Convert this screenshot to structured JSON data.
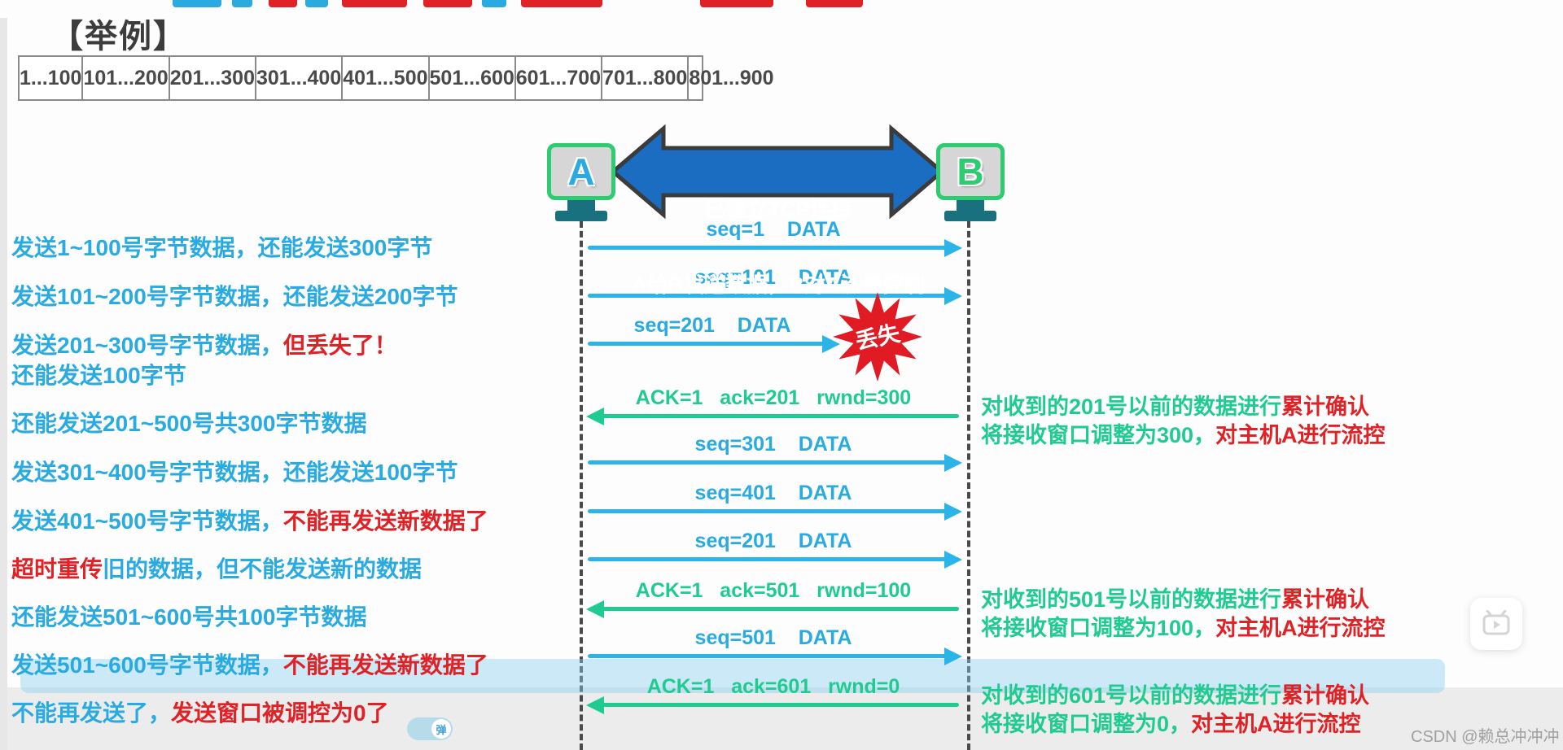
{
  "title": "【举例】",
  "byte_table": {
    "cells": [
      "1...100",
      "101...200",
      "201...300",
      "301...400",
      "401...500",
      "501...600",
      "601...700",
      "701...800",
      "801...900"
    ]
  },
  "hosts": {
    "a_label": "A",
    "b_label": "B"
  },
  "banner": {
    "line1": "已建立TCP连接",
    "line2": "A给B发送数据，B对A流量控制"
  },
  "left_notes": [
    {
      "parts": [
        {
          "text": "发送1~100号字节数据，还能发送300字节",
          "color": "cyan"
        }
      ]
    },
    {
      "parts": [
        {
          "text": "发送101~200号字节数据，还能发送200字节",
          "color": "cyan"
        }
      ]
    },
    {
      "parts": [
        {
          "text": "发送201~300号字节数据，",
          "color": "cyan"
        },
        {
          "text": "但丢失了！",
          "color": "red"
        }
      ]
    },
    {
      "parts": [
        {
          "text": "还能发送100字节",
          "color": "cyan"
        }
      ]
    },
    {
      "parts": [
        {
          "text": "还能发送201~500号共300字节数据",
          "color": "cyan"
        }
      ]
    },
    {
      "parts": [
        {
          "text": "发送301~400号字节数据，还能发送100字节",
          "color": "cyan"
        }
      ]
    },
    {
      "parts": [
        {
          "text": "发送401~500号字节数据，",
          "color": "cyan"
        },
        {
          "text": "不能再发送新数据了",
          "color": "red"
        }
      ]
    },
    {
      "parts": [
        {
          "text": "超时重传",
          "color": "red"
        },
        {
          "text": "旧的数据，但不能发送新的数据",
          "color": "cyan"
        }
      ]
    },
    {
      "parts": [
        {
          "text": "还能发送501~600号共100字节数据",
          "color": "cyan"
        }
      ]
    },
    {
      "parts": [
        {
          "text": "发送501~600号字节数据，",
          "color": "cyan"
        },
        {
          "text": "不能再发送新数据了",
          "color": "red"
        }
      ]
    },
    {
      "parts": [
        {
          "text": "不能再发送了，",
          "color": "cyan"
        },
        {
          "text": "发送窗口被调控为0了",
          "color": "red"
        }
      ]
    }
  ],
  "messages": [
    {
      "label": "seq=1    DATA",
      "kind": "data"
    },
    {
      "label": "seq=101    DATA",
      "kind": "data"
    },
    {
      "label": "seq=201    DATA",
      "kind": "data-lost"
    },
    {
      "label": "ACK=1   ack=201   rwnd=300",
      "kind": "ack"
    },
    {
      "label": "seq=301    DATA",
      "kind": "data"
    },
    {
      "label": "seq=401    DATA",
      "kind": "data"
    },
    {
      "label": "seq=201    DATA",
      "kind": "data"
    },
    {
      "label": "ACK=1   ack=501   rwnd=100",
      "kind": "ack"
    },
    {
      "label": "seq=501    DATA",
      "kind": "data"
    },
    {
      "label": "ACK=1   ack=601   rwnd=0",
      "kind": "ack"
    }
  ],
  "lost_burst": {
    "label": "丢失"
  },
  "right_notes": [
    {
      "lines": [
        {
          "parts": [
            {
              "text": "对收到的201号以前的数据进行",
              "color": "green"
            },
            {
              "text": "累计确认",
              "color": "red"
            }
          ]
        },
        {
          "parts": [
            {
              "text": "将接收窗口调整为300，",
              "color": "green"
            },
            {
              "text": "对主机A进行流控",
              "color": "red"
            }
          ]
        }
      ]
    },
    {
      "lines": [
        {
          "parts": [
            {
              "text": "对收到的501号以前的数据进行",
              "color": "green"
            },
            {
              "text": "累计确认",
              "color": "red"
            }
          ]
        },
        {
          "parts": [
            {
              "text": "将接收窗口调整为100，",
              "color": "green"
            },
            {
              "text": "对主机A进行流控",
              "color": "red"
            }
          ]
        }
      ]
    },
    {
      "lines": [
        {
          "parts": [
            {
              "text": "对收到的601号以前的数据进行",
              "color": "green"
            },
            {
              "text": "累计确认",
              "color": "red"
            }
          ]
        },
        {
          "parts": [
            {
              "text": "将接收窗口调整为0，",
              "color": "green"
            },
            {
              "text": "对主机A进行流控",
              "color": "red"
            }
          ]
        }
      ]
    }
  ],
  "player": {
    "danmaku_toggle_label": "弹"
  },
  "watermark": "CSDN @赖总冲冲冲",
  "colors": {
    "cyan": "#29aae1",
    "green": "#1fcb90",
    "red": "#e02125",
    "banner_blue": "#1a6dc0",
    "host_green": "#2ecc71"
  }
}
